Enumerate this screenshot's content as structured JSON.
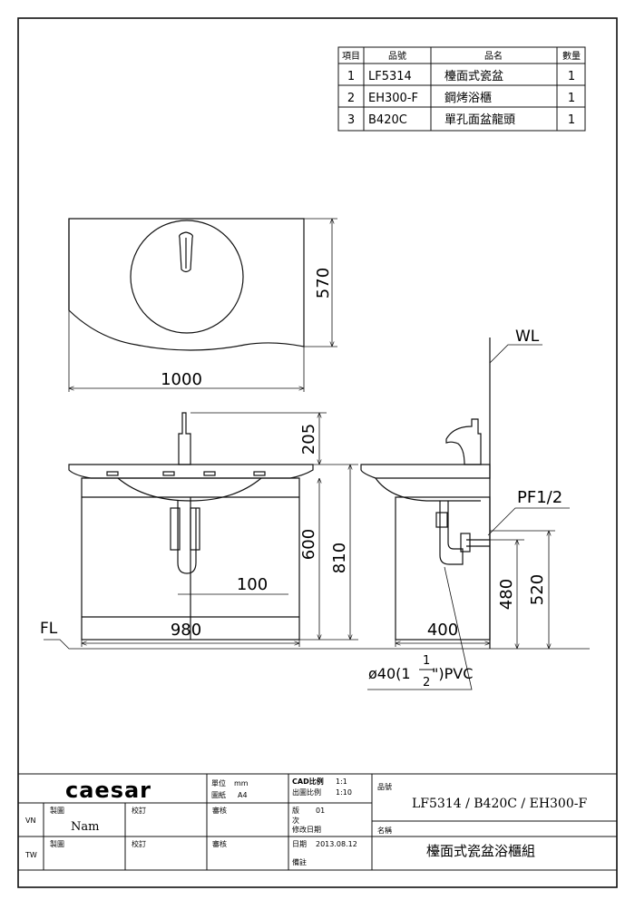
{
  "parts_table": {
    "headers": [
      "項目",
      "品號",
      "品名",
      "數量"
    ],
    "rows": [
      {
        "no": "1",
        "code": "LF5314",
        "name": "檯面式瓷盆",
        "qty": "1"
      },
      {
        "no": "2",
        "code": "EH300-F",
        "name": "鋼烤浴櫃",
        "qty": "1"
      },
      {
        "no": "3",
        "code": "B420C",
        "name": "單孔面盆龍頭",
        "qty": "1"
      }
    ]
  },
  "dimensions": {
    "top_depth": "570",
    "top_width": "1000",
    "faucet_height": "205",
    "cabinet_height": "600",
    "total_height": "810",
    "drain_offset": "100",
    "cabinet_width": "980",
    "side_depth": "400",
    "supply_height_480": "480",
    "supply_height_520": "520"
  },
  "labels": {
    "wl": "WL",
    "fl": "FL",
    "pf": "PF1/2",
    "pvc_prefix": "ø40(1",
    "pvc_frac_num": "1",
    "pvc_frac_den": "2",
    "pvc_suffix": "\")PVC"
  },
  "title_block": {
    "brand": "caesar",
    "unit_label": "單位",
    "unit_value": "mm",
    "paper_label": "圖紙",
    "paper_value": "A4",
    "cad_label": "CAD比例",
    "cad_value": "1:1",
    "print_label": "出圖比例",
    "print_value": "1:10",
    "item_no_label": "品號",
    "item_no_value": "LF5314 / B420C / EH300-F",
    "vn": "VN",
    "tw": "TW",
    "draw_label": "製圖",
    "draw_vn_name": "Nam",
    "check_label": "校訂",
    "review_label": "審核",
    "version_label": "版",
    "version_value": "01",
    "times_label": "次",
    "modify_label": "修改日期",
    "name_label": "名稱",
    "name_value": "檯面式瓷盆浴櫃組",
    "date_label": "日期",
    "date_value": "2013.08.12",
    "remark_label": "備註"
  },
  "colors": {
    "line": "#111111",
    "paper": "#ffffff"
  }
}
